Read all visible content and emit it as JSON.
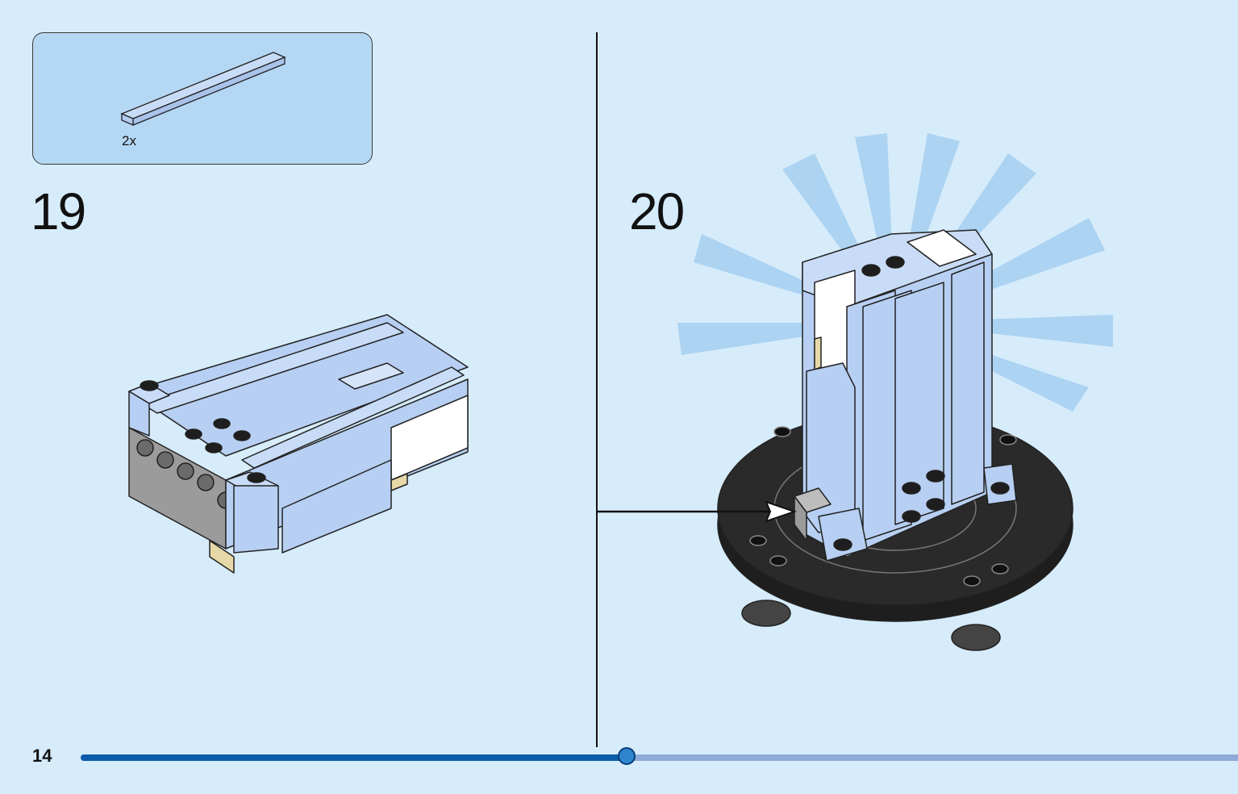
{
  "parts_callout": {
    "quantity": "2x",
    "part": "light-blue-tile-1x6"
  },
  "steps": [
    {
      "number": "19"
    },
    {
      "number": "20"
    }
  ],
  "footer": {
    "page_number": "14"
  },
  "progress": {
    "fraction": 0.472
  },
  "colors": {
    "background": "#d6ecfb",
    "brick_light_blue": "#b7cff2",
    "brick_white": "#ffffff",
    "brick_tan": "#e7d8a8",
    "brick_gray": "#9b9b9b",
    "base_black": "#1e1e1e",
    "progress_fill": "#0b5cab",
    "progress_track": "#8fabd9"
  }
}
